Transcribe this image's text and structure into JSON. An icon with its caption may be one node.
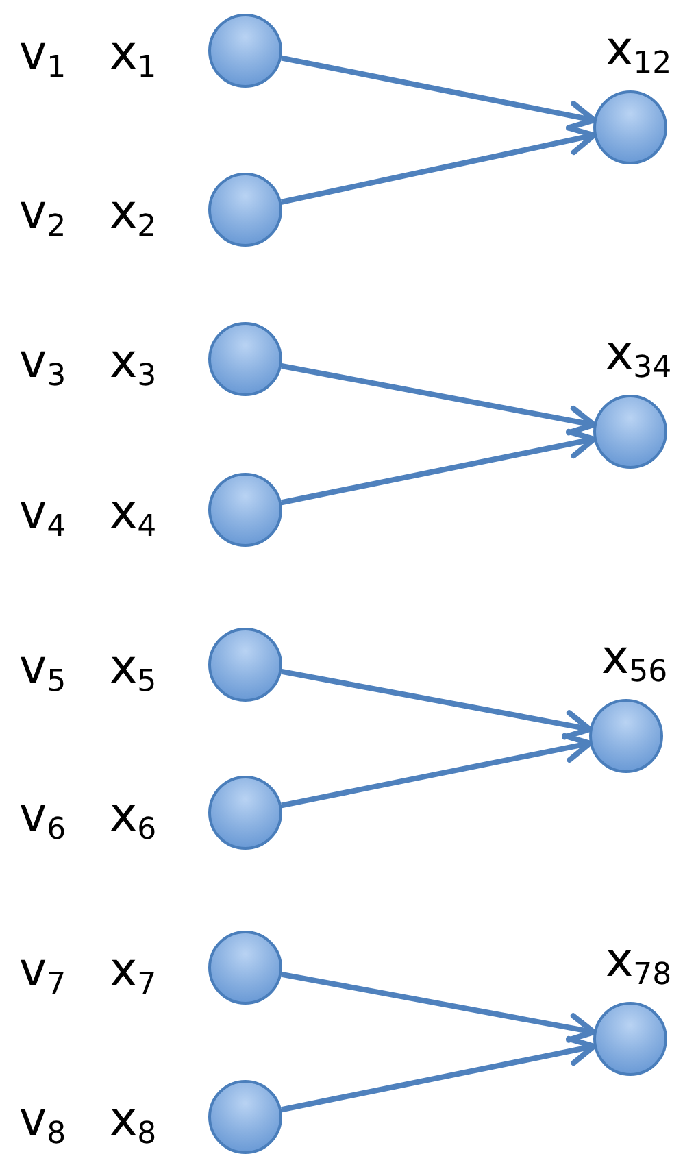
{
  "diagram": {
    "nodes": [
      {
        "text": [],
        "shape": "circle",
        "beside": [
          "v$_{1}$",
          "x$_{1}$"
        ]
      },
      {
        "text": [],
        "shape": "circle",
        "beside": [
          "v$_{2}$",
          "x$_{2}$"
        ]
      },
      {
        "text": [],
        "shape": "circle",
        "beside": [
          "x$_{12}$"
        ]
      },
      {
        "text": [],
        "shape": "circle",
        "beside": [
          "v$_{3}$",
          "x$_{3}$"
        ]
      },
      {
        "text": [],
        "shape": "circle",
        "beside": [
          "v$_{4}$",
          "x$_{4}$"
        ]
      },
      {
        "text": [],
        "shape": "circle",
        "beside": [
          "x$_{34}$"
        ]
      },
      {
        "text": [],
        "shape": "circle",
        "beside": [
          "v$_{5}$",
          "x$_{5}$"
        ]
      },
      {
        "text": [],
        "shape": "circle",
        "beside": [
          "v$_{6}$",
          "x$_{6}$"
        ]
      },
      {
        "text": [],
        "shape": "circle",
        "beside": [
          "x$_{56}$"
        ]
      },
      {
        "text": [],
        "shape": "circle",
        "beside": [
          "v$_{7}$",
          "x$_{7}$"
        ]
      },
      {
        "text": [],
        "shape": "circle",
        "beside": [
          "v$_{8}$",
          "x$_{8}$"
        ]
      },
      {
        "text": [],
        "shape": "circle",
        "beside": [
          "x$_{78}$"
        ]
      }
    ],
    "edges": [
      {
        "from": 0,
        "to": 2,
        "arrow": "to"
      },
      {
        "from": 1,
        "to": 2,
        "arrow": "to"
      },
      {
        "from": 3,
        "to": 5,
        "arrow": "to"
      },
      {
        "from": 4,
        "to": 5,
        "arrow": "to"
      },
      {
        "from": 6,
        "to": 8,
        "arrow": "to"
      },
      {
        "from": 7,
        "to": 8,
        "arrow": "to"
      },
      {
        "from": 9,
        "to": 11,
        "arrow": "to"
      },
      {
        "from": 10,
        "to": 11,
        "arrow": "to"
      }
    ]
  }
}
